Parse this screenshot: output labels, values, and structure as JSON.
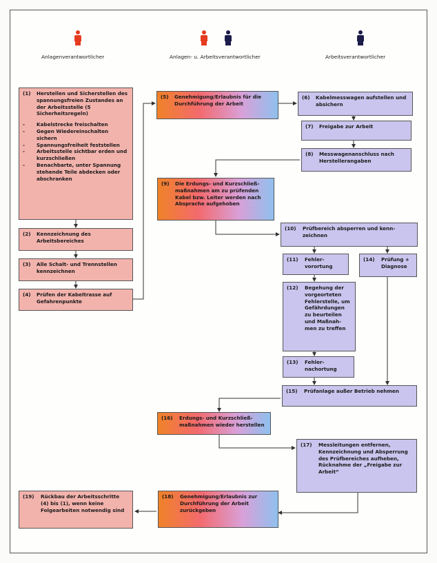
{
  "roles": {
    "left": "Anlagenverantwortlicher",
    "middle": "Anlagen- u. Arbeitsverantwortlicher",
    "right": "Arbeitsverantwortlicher"
  },
  "colors": {
    "pink": "#f3b3ad",
    "lavender": "#c9c5ee",
    "red_figure": "#e63b1f",
    "navy_figure": "#1c1c4a"
  },
  "steps": {
    "s1": {
      "num": "(1)",
      "text": "Herstellen und Sicherstellen des spannungsfreien Zustandes an der Arbeitsstelle (5 Sicherheitsregeln)",
      "items": [
        {
          "dash": "-",
          "text": "Kabelstrecke freischalten"
        },
        {
          "dash": "-",
          "text": "Gegen Wiedereinschalten sichern"
        },
        {
          "dash": "-",
          "text": "Spannungsfreiheit feststellen"
        },
        {
          "dash": "-",
          "text": "Arbeitsstelle sichtbar erden und kurzschließen"
        },
        {
          "dash": "-",
          "text": "Benachbarte, unter Spannung stehende Teile abdecken oder abschranken"
        }
      ]
    },
    "s2": {
      "num": "(2)",
      "text": "Kennzeichnung des Arbeitsbereiches"
    },
    "s3": {
      "num": "(3)",
      "text": "Alle Schalt- und Trennstellen kennzeichnen"
    },
    "s4": {
      "num": "(4)",
      "text": "Prüfen der Kabeltrasse auf Gefahrenpunkte"
    },
    "s5": {
      "num": "(5)",
      "text": "Genehmigung/Erlaubnis für die Durchführung der Arbeit"
    },
    "s6": {
      "num": "(6)",
      "text": "Kabelmesswagen aufstellen und absichern"
    },
    "s7": {
      "num": "(7)",
      "text": "Freigabe zur Arbeit"
    },
    "s8": {
      "num": "(8)",
      "text": "Messwagenanschluss nach Herstellerangaben"
    },
    "s9": {
      "num": "(9)",
      "text": "Die Erdungs- und Kurzschließ-maßnahmen am zu prüfenden Kabel bzw. Leiter werden nach Absprache aufgehoben"
    },
    "s10": {
      "num": "(10)",
      "text": "Prüfbereich absperren und kenn-zeichnen"
    },
    "s11": {
      "num": "(11)",
      "text": "Fehler-vorortung"
    },
    "s12": {
      "num": "(12)",
      "text": "Begehung der vorgeorteten Fehlerstelle, um Gefährdungen zu beurteilen und Maßnah-men zu treffen"
    },
    "s13": {
      "num": "(13)",
      "text": "Fehler-nachortung"
    },
    "s14": {
      "num": "(14)",
      "text": "Prüfung + Diagnose"
    },
    "s15": {
      "num": "(15)",
      "text": "Prüfanlage außer Betrieb nehmen"
    },
    "s16": {
      "num": "(16)",
      "text": "Erdungs- und Kurzschließ-maßnahmen wieder herstellen"
    },
    "s17": {
      "num": "(17)",
      "text": "Messleitungen entfernen, Kennzeichnung und Absperrung des Prüfbereiches aufheben, Rücknahme der „Freigabe zur Arbeit“"
    },
    "s18": {
      "num": "(18)",
      "text": "Genehmigung/Erlaubnis zur Durchführung der Arbeit zurückgeben"
    },
    "s19": {
      "num": "(19)",
      "text": "Rückbau der Arbeitsschritte (4) bis (1), wenn keine Folgearbeiten notwendig sind"
    }
  }
}
